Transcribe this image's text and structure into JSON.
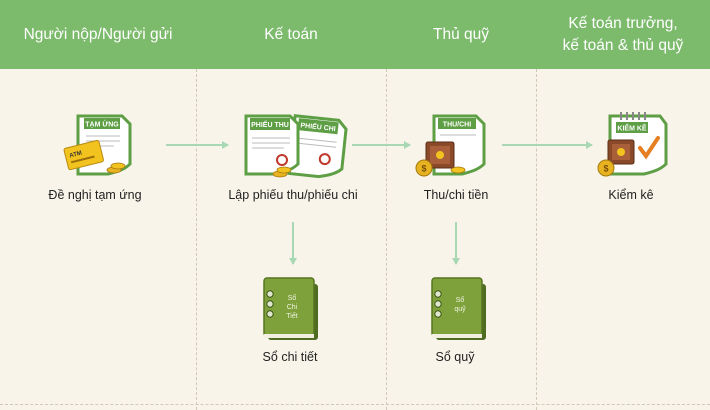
{
  "header": {
    "columns": [
      {
        "lines": [
          "Người nộp/Người gửi"
        ]
      },
      {
        "lines": [
          "Kế toán"
        ]
      },
      {
        "lines": [
          "Thủ quỹ"
        ]
      },
      {
        "lines": [
          "Kế toán trưởng,",
          "kế toán & thủ quỹ"
        ]
      }
    ]
  },
  "nodes": {
    "advance_request": {
      "label": "Đề nghị tạm ứng",
      "doc_title": "TẠM ỨNG",
      "card_text": "ATM"
    },
    "create_voucher": {
      "label": "Lập phiếu thu/phiếu chi",
      "doc_title_1": "PHIẾU THU",
      "doc_title_2": "PHIẾU CHI"
    },
    "cash_handling": {
      "label": "Thu/chi tiền",
      "doc_title": "THU/CHI"
    },
    "inventory_check": {
      "label": "Kiểm kê",
      "doc_title": "KIỂM KÊ"
    },
    "detail_ledger": {
      "label": "Sổ chi tiết",
      "book_lines": [
        "Sổ",
        "Chi",
        "Tiết"
      ]
    },
    "cash_book": {
      "label": "Sổ quỹ",
      "book_lines": [
        "Sổ",
        "quỹ"
      ]
    }
  },
  "colors": {
    "header_bg": "#7cba6c",
    "background": "#f8f4e9",
    "arrow": "#a8d8b4",
    "doc_green": "#5e9e45",
    "book_green": "#7fa13c",
    "gold": "#e8b321"
  }
}
